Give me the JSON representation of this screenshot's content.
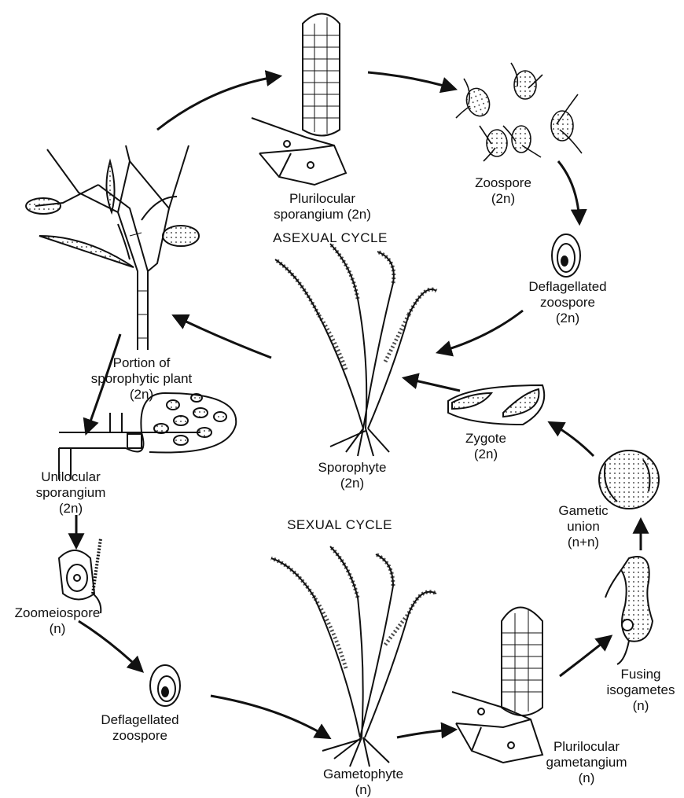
{
  "labels": {
    "plurilocular_sporangium": [
      "Plurilocular",
      "sporangium (2n)"
    ],
    "zoospore": [
      "Zoospore",
      "(2n)"
    ],
    "asexual_cycle": "ASEXUAL CYCLE",
    "deflagellated_zoospore_top": [
      "Deflagellated",
      "zoospore",
      "(2n)"
    ],
    "portion_sporophytic": [
      "Portion of",
      "sporophytic plant",
      "(2n)"
    ],
    "zygote": [
      "Zygote",
      "(2n)"
    ],
    "sporophyte": [
      "Sporophyte",
      "(2n)"
    ],
    "unilocular_sporangium": [
      "Unilocular",
      "sporangium",
      "(2n)"
    ],
    "gametic_union": [
      "Gametic",
      "union",
      "(n+n)"
    ],
    "sexual_cycle": "SEXUAL CYCLE",
    "zoomeiospore": [
      "Zoomeiospore",
      "(n)"
    ],
    "fusing_isogametes": [
      "Fusing",
      "isogametes",
      "(n)"
    ],
    "deflagellated_zoospore_bottom": [
      "Deflagellated",
      "zoospore"
    ],
    "gametophyte": [
      "Gametophyte",
      "(n)"
    ],
    "plurilocular_gametangium": [
      "Plurilocular",
      "gametangium",
      "(n)"
    ]
  },
  "colors": {
    "ink": "#111111",
    "paper": "#ffffff"
  }
}
